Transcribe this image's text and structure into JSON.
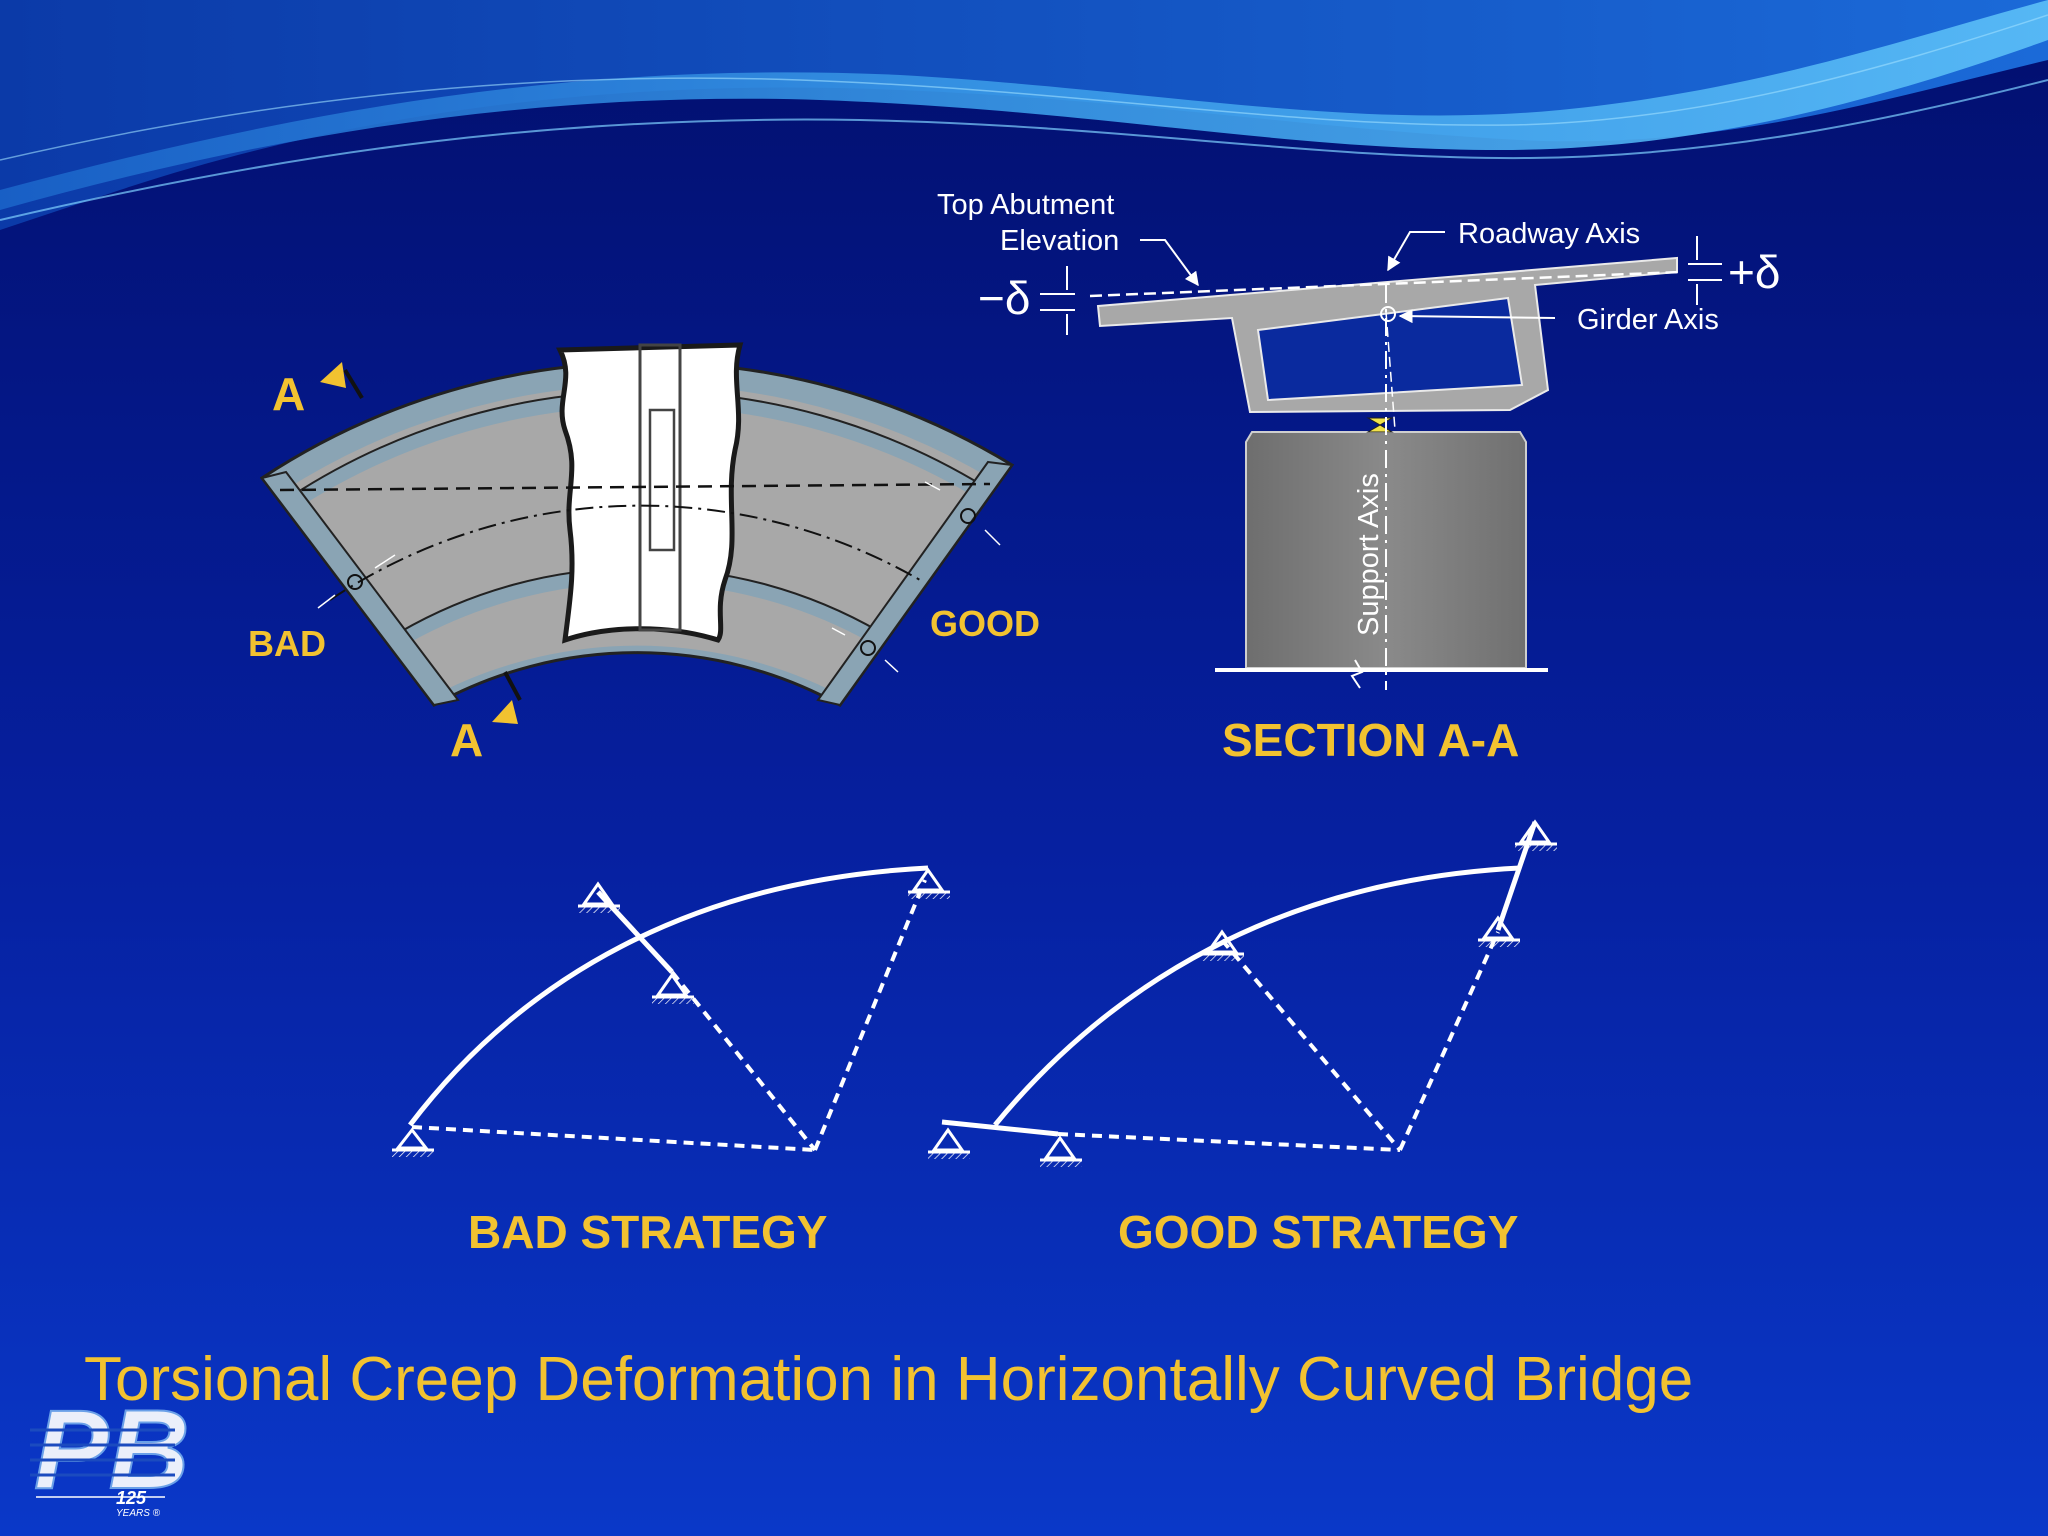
{
  "slide": {
    "title": "Torsional Creep Deformation in Horizontally Curved Bridge",
    "colors": {
      "background_top": "#03137a",
      "background_bottom": "#0b36c8",
      "accent": "#f2c230",
      "deck_fill": "#a8a8a8",
      "girder_strip": "#8aa4b4"
    }
  },
  "plan_view": {
    "section_cut_top": "A",
    "section_cut_bottom": "A",
    "label_bad": "BAD",
    "label_good": "GOOD"
  },
  "section_view": {
    "top_abutment_line1": "Top Abutment",
    "top_abutment_line2": "Elevation",
    "roadway_axis": "Roadway Axis",
    "girder_axis": "Girder Axis",
    "support_axis": "Support Axis",
    "minus_delta": "−δ",
    "plus_delta": "+δ",
    "caption": "SECTION A-A"
  },
  "strategies": {
    "bad_caption": "BAD STRATEGY",
    "good_caption": "GOOD STRATEGY"
  },
  "logo": {
    "letters": "PB",
    "years_number": "125",
    "years_word": "YEARS ®"
  }
}
